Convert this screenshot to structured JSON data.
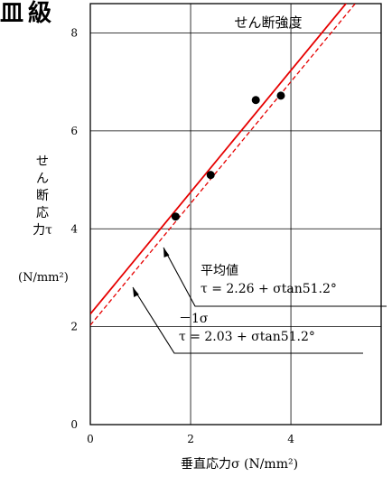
{
  "corner_mark": "皿 級",
  "chart_data": {
    "type": "scatter",
    "title": "せん断強度",
    "ylabel_text": "せん断応力τ",
    "ylabel_unit": "(N/mm²)",
    "xlabel": "垂直応力σ (N/mm²)",
    "xlim": [
      0,
      5.8
    ],
    "ylim": [
      0,
      8.6
    ],
    "xticks": [
      0,
      2,
      4
    ],
    "yticks": [
      0,
      2,
      4,
      6,
      8
    ],
    "grid": true,
    "points": [
      {
        "x": 1.7,
        "y": 4.25
      },
      {
        "x": 2.4,
        "y": 5.1
      },
      {
        "x": 3.3,
        "y": 6.63
      },
      {
        "x": 3.8,
        "y": 6.72
      }
    ],
    "lines": [
      {
        "label": "平均値",
        "equation": "τ = 2.26 + σtan51.2°",
        "intercept": 2.26,
        "angle_deg": 51.2,
        "style": "solid",
        "color": "#e60000"
      },
      {
        "label": "－1σ",
        "equation": "τ = 2.03 + σtan51.2°",
        "intercept": 2.03,
        "angle_deg": 51.2,
        "style": "dashed",
        "color": "#e60000"
      }
    ]
  }
}
